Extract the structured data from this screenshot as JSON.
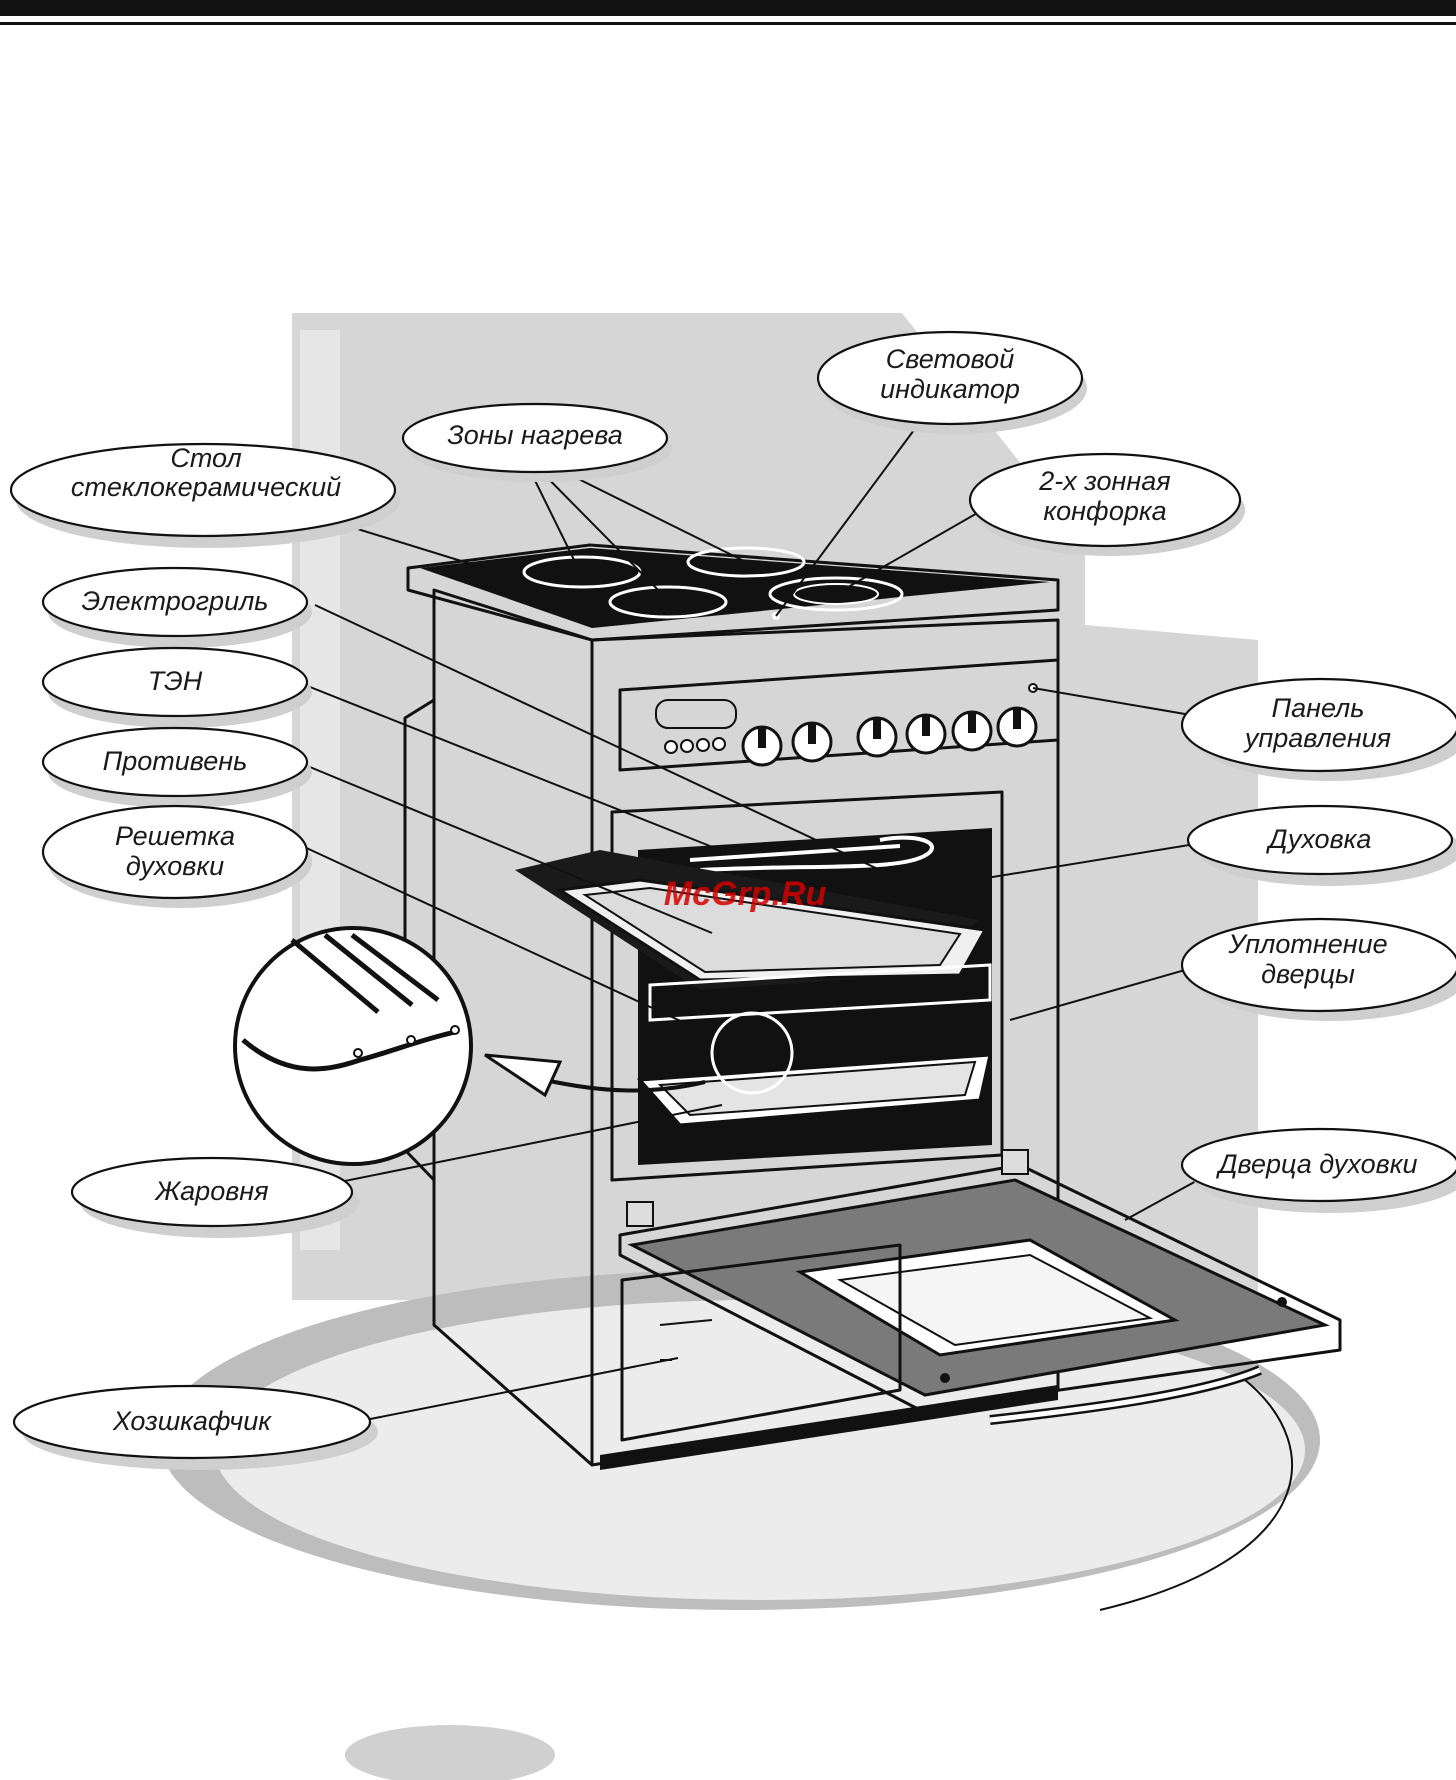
{
  "header": {
    "rule_color": "#111111"
  },
  "watermark": {
    "text": "McGrp.Ru",
    "color": "#d40000"
  },
  "labels": {
    "stol": [
      "Стол",
      "стеклокерамический"
    ],
    "zony": [
      "Зоны нагрева"
    ],
    "svet": [
      "Световой",
      "индикатор"
    ],
    "dvuh": [
      "2-х зонная",
      "конфорка"
    ],
    "grill": [
      "Электрогриль"
    ],
    "ten": [
      "ТЭН"
    ],
    "protiven": [
      "Противень"
    ],
    "reshetka": [
      "Решетка",
      "духовки"
    ],
    "panel": [
      "Панель",
      "управления"
    ],
    "duhovka": [
      "Духовка"
    ],
    "uplot": [
      "Уплотнение",
      "дверцы"
    ],
    "zharovnya": [
      "Жаровня"
    ],
    "dverca": [
      "Дверца духовки"
    ],
    "hoz": [
      "Хозшкафчик"
    ]
  },
  "icons": [
    "stove-illustration",
    "magnifier-detail",
    "curved-arrow-icon"
  ]
}
